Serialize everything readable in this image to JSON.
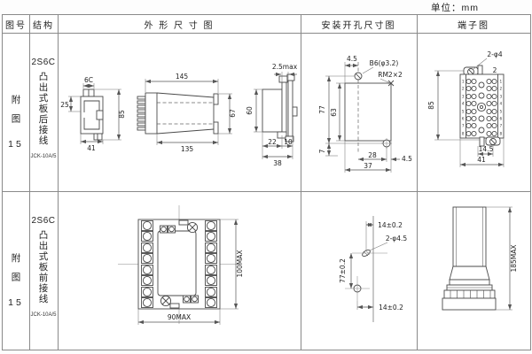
{
  "page": {
    "unit": "单位：mm"
  },
  "header": {
    "col1": "图号",
    "col2": "结构",
    "col3": "外 形 尺 寸 图",
    "col4": "安装开孔尺寸图",
    "col5": "端子图"
  },
  "rows": [
    {
      "fig": "附图",
      "fig_no": "15",
      "model": "2S6C",
      "structure": "凸出式板后接线",
      "type_code": "JCK-10A/5",
      "outline": {
        "side_top": "6C",
        "side_left": "25",
        "side_right": "85",
        "side_bottom": "41",
        "front_top": "145",
        "front_bottom": "135",
        "front_right": "67",
        "panel_top": "2.5max",
        "panel_left": "60",
        "panel_b1": "22",
        "panel_b2": "10",
        "panel_b3": "38"
      },
      "mounting": {
        "top": "4.5",
        "hole_label": "B6(φ3.2)",
        "thread_label": "RM2×2",
        "left_outer": "77",
        "left_inner": "63",
        "bottom_left": "7",
        "bottom_inner": "28",
        "bottom_outer": "37",
        "bottom_right": "4.5"
      },
      "terminal": {
        "hole_label": "2-φ4",
        "corner": "2",
        "left": "85",
        "bottom_inner": "14.5",
        "bottom_outer": "41",
        "pins_left": [
          "1",
          "2",
          "3",
          "4",
          "5",
          "6",
          "7",
          "8"
        ],
        "pins_right": [
          "1",
          "2",
          "3",
          "4",
          "5",
          "6",
          "7",
          "8"
        ]
      }
    },
    {
      "fig": "附图",
      "fig_no": "15",
      "model": "2S6C",
      "structure": "凸出式板前接线",
      "type_code": "JCK-10A/5",
      "outline": {
        "bottom": "90MAX",
        "right": "100MAX"
      },
      "mounting": {
        "top": "14±0.2",
        "hole_label": "2-φ4.5",
        "left": "77±0.2",
        "bottom": "14±0.2"
      },
      "terminal": {
        "right": "185MAX"
      }
    }
  ]
}
